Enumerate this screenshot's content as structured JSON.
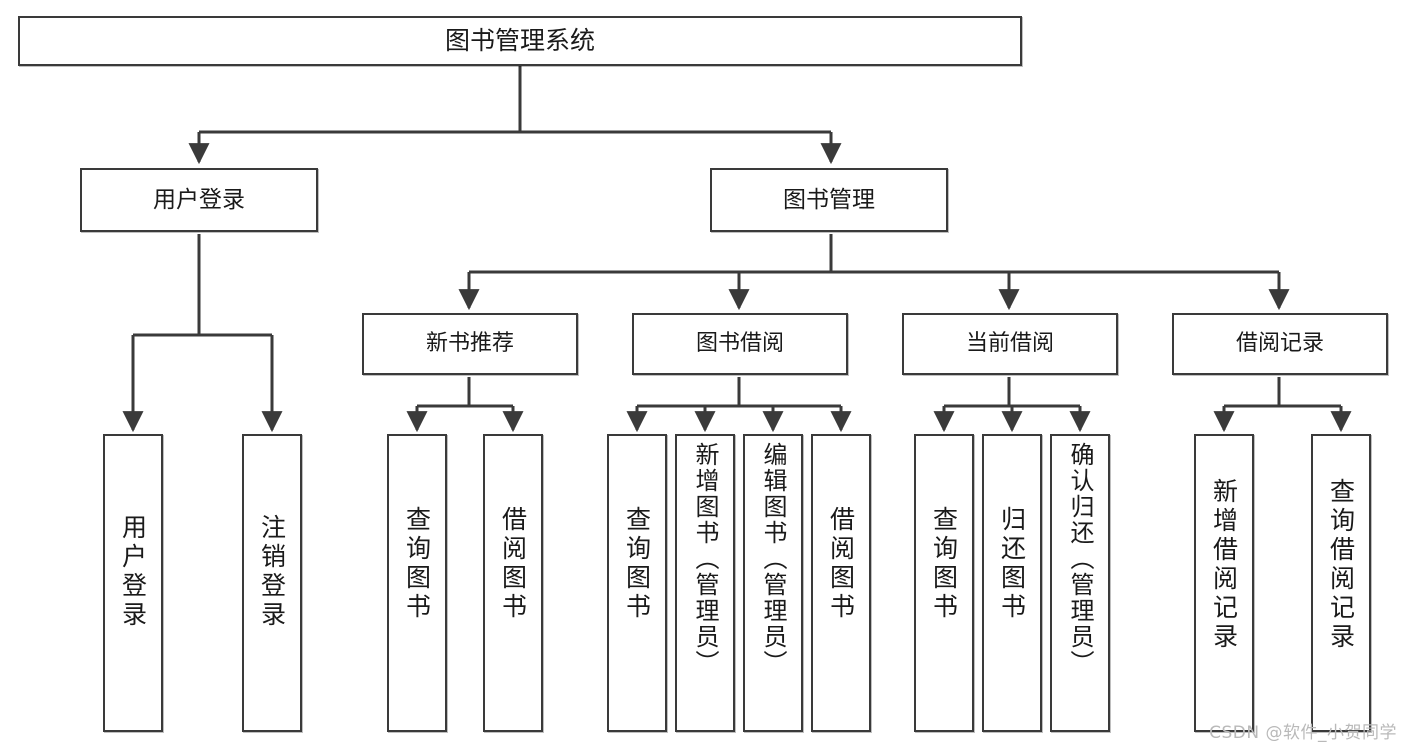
{
  "diagram": {
    "title": "图书管理系统",
    "type": "hierarchy-tree",
    "watermark": "CSDN @软件_小贺同学",
    "colors": {
      "stroke": "#3a3a3a",
      "box_fill": "#ffffff",
      "text": "#1a1a1a",
      "watermark": "#b9b9b9"
    },
    "nodes": {
      "root": {
        "label": "图书管理系统"
      },
      "level2": [
        {
          "label": "用户登录"
        },
        {
          "label": "图书管理"
        }
      ],
      "level3": [
        {
          "label": "新书推荐"
        },
        {
          "label": "图书借阅"
        },
        {
          "label": "当前借阅"
        },
        {
          "label": "借阅记录"
        }
      ],
      "leaves": [
        {
          "label": "用户登录",
          "parent": "用户登录"
        },
        {
          "label": "注销登录",
          "parent": "用户登录"
        },
        {
          "label": "查询图书",
          "parent": "新书推荐"
        },
        {
          "label": "借阅图书",
          "parent": "新书推荐"
        },
        {
          "label": "查询图书",
          "parent": "图书借阅"
        },
        {
          "label": "新增图书（管理员）",
          "parent": "图书借阅"
        },
        {
          "label": "编辑图书（管理员）",
          "parent": "图书借阅"
        },
        {
          "label": "借阅图书",
          "parent": "图书借阅"
        },
        {
          "label": "查询图书",
          "parent": "当前借阅"
        },
        {
          "label": "归还图书",
          "parent": "当前借阅"
        },
        {
          "label": "确认归还（管理员）",
          "parent": "当前借阅"
        },
        {
          "label": "新增借阅记录",
          "parent": "借阅记录"
        },
        {
          "label": "查询借阅记录",
          "parent": "借阅记录"
        }
      ]
    }
  }
}
